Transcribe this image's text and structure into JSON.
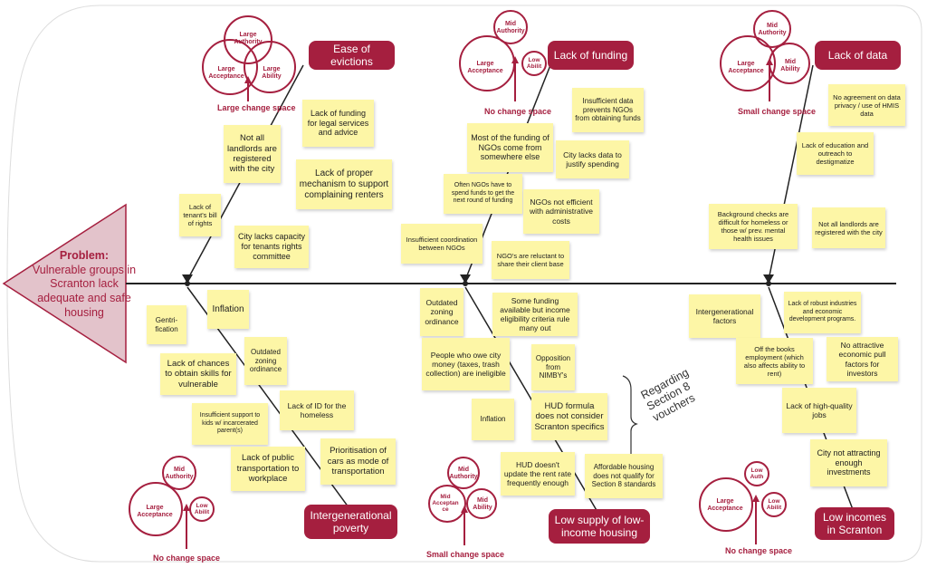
{
  "problem": {
    "title": "Problem:",
    "text": "Vulnerable groups in Scranton lack adequate and safe housing"
  },
  "categories": [
    {
      "key": "evictions",
      "label": "Ease of evictions"
    },
    {
      "key": "funding",
      "label": "Lack of funding"
    },
    {
      "key": "data",
      "label": "Lack of data"
    },
    {
      "key": "poverty",
      "label": "Intergenerational poverty"
    },
    {
      "key": "supply",
      "label": "Low supply of low-income housing"
    },
    {
      "key": "incomes",
      "label": "Low incomes in Scranton"
    }
  ],
  "venns": [
    {
      "circles": [
        "Large Authority",
        "Large Acceptance",
        "Large Ability"
      ],
      "change": "Large change space"
    },
    {
      "circles": [
        "Mid Authority",
        "Large Acceptance",
        "Low Abilit"
      ],
      "change": "No change space"
    },
    {
      "circles": [
        "Mid Authority",
        "Large Acceptance",
        "Mid Ability"
      ],
      "change": "Small change space"
    },
    {
      "circles": [
        "Mid Authority",
        "Large Acceptance",
        "Low Abilit"
      ],
      "change": "No change space"
    },
    {
      "circles": [
        "Mid Authority",
        "Mid Acceptan ce",
        "Mid Ability"
      ],
      "change": "Small change space"
    },
    {
      "circles": [
        "Low Auth",
        "Large Acceptance",
        "Low Abilit"
      ],
      "change": "No change space"
    }
  ],
  "notes": {
    "evictions": [
      "Lack of funding for legal services and advice",
      "Not all landlords are registered with the city",
      "Lack of proper mechanism to support complaining renters",
      "Lack of tenant's bill of rights",
      "City lacks capacity for tenants rights committee"
    ],
    "funding": [
      "Insufficient data prevents NGOs from obtaining funds",
      "Most of the funding of NGOs come from somewhere else",
      "City lacks data to justify spending",
      "Often NGOs have to spend funds to get the next round of funding",
      "NGOs not efficient with administrative costs",
      "Insufficient coordination between NGOs",
      "NGO's are reluctant to share their client base"
    ],
    "data": [
      "No agreement on data privacy / use of HMIS data",
      "Lack of education and outreach to destigmatize",
      "Background checks are difficult for homeless or those w/ prev. mental health issues",
      "Not all landlords are registered with the city"
    ],
    "poverty": [
      "Inflation",
      "Gentri-fication",
      "Lack of chances to obtain skills for vulnerable",
      "Outdated zoning ordinance",
      "Lack of ID for the homeless",
      "Insufficient support to kids w/ incarcerated parent(s)",
      "Lack of public transportation to workplace",
      "Prioritisation of cars as mode of transportation"
    ],
    "supply": [
      "Outdated zoning ordinance",
      "Some funding available but income eligibility criteria rule many out",
      "People who owe city money (taxes, trash collection) are ineligible",
      "Opposition from NIMBY's",
      "Inflation",
      "HUD formula does not consider Scranton specifics",
      "HUD doesn't update the rent rate frequently enough",
      "Affordable housing does not qualify for Section 8 standards"
    ],
    "incomes": [
      "Intergenerational factors",
      "Lack of robust industries and economic development programs.",
      "Off the books employment (which also affects ability to rent)",
      "No attractive economic pull factors for investors",
      "Lack of high-quality jobs",
      "City not attracting enough investments"
    ]
  },
  "annotation": "Regarding Section 8 vouchers",
  "colors": {
    "accent": "#a51f3f",
    "note": "#fdf6a6",
    "problem_fill": "#e3c3cb",
    "line": "#222222"
  }
}
